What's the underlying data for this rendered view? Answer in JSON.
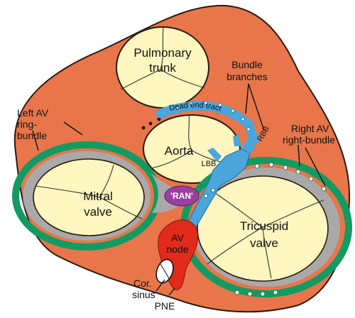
{
  "colors": {
    "heart": "#e8764a",
    "valve_fill": "#fff7bf",
    "ring_green": "#129a63",
    "gray_band": "#a9a9a9",
    "conduction_blue": "#4aa6dd",
    "av_node_red": "#e12b1b",
    "ran_purple": "#9b3fa0"
  },
  "labels": {
    "pulmonary_1": "Pulmonary",
    "pulmonary_2": "trunk",
    "bundle_1": "Bundle",
    "bundle_2": "branches",
    "dead_end": "Dead end tract",
    "rbb": "RBB",
    "left_av_1": "Left AV",
    "left_av_2": "ring-",
    "left_av_3": "bundle",
    "right_av_1": "Right AV",
    "right_av_2": "right-bundle",
    "aorta": "Aorta",
    "lbb": "LBB",
    "mitral_1": "Mitral",
    "mitral_2": "valve",
    "ran": "'RAN'",
    "tricuspid_1": "Tricuspid",
    "tricuspid_2": "valve",
    "av_node_1": "AV",
    "av_node_2": "node",
    "cor_sinus_1": "Cor.",
    "cor_sinus_2": "sinus",
    "pne": "PNE"
  }
}
